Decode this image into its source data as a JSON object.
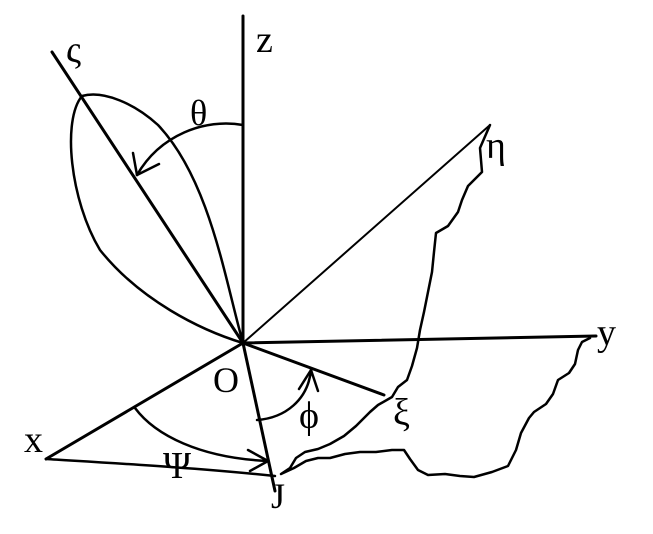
{
  "labels": {
    "z": "z",
    "y": "y",
    "x": "x",
    "origin": "O",
    "zeta": "ς",
    "eta": "η",
    "xi": "ξ",
    "theta": "θ",
    "phi": "ϕ",
    "psi": "Ψ",
    "line_of_nodes": "J"
  },
  "colors": {
    "ink": "#000000",
    "background": "#ffffff"
  }
}
